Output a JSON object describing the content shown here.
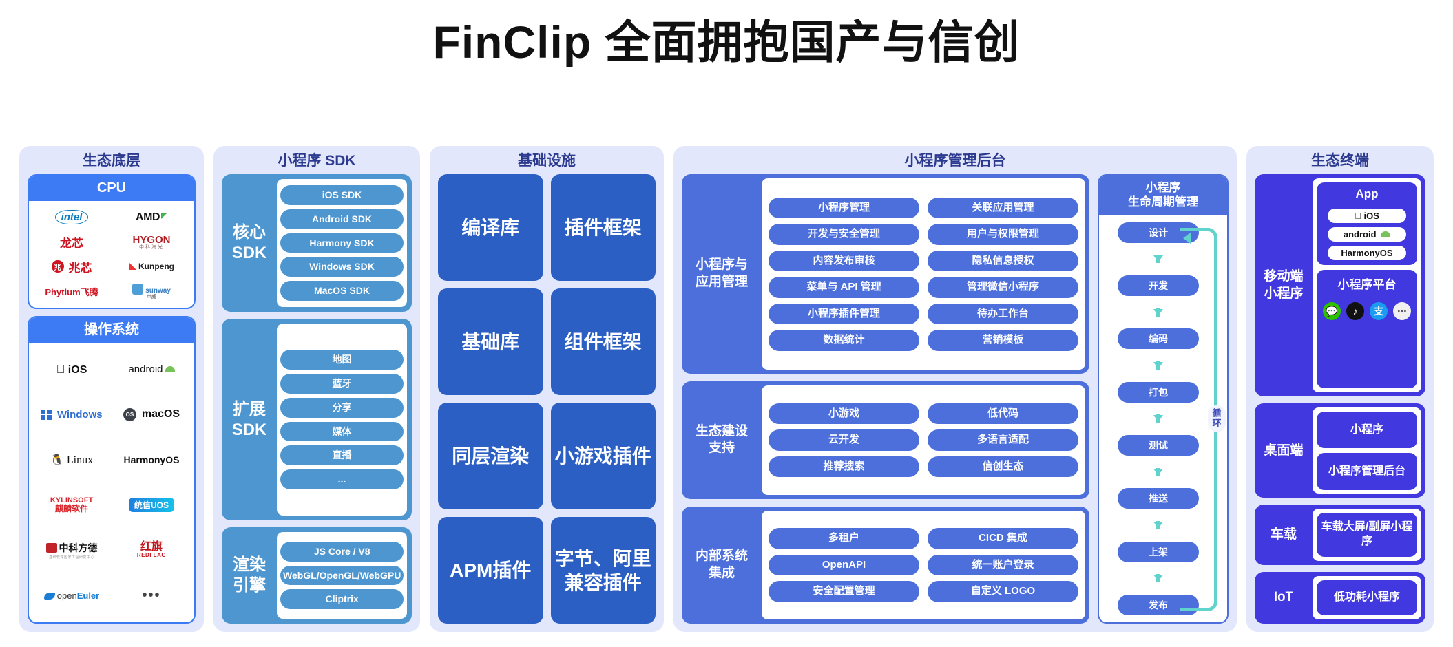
{
  "title": "FinClip 全面拥抱国产与信创",
  "columns": {
    "eco_base": {
      "title": "生态底层",
      "cpu": {
        "header": "CPU",
        "logos": [
          "intel",
          "AMD",
          "龙芯",
          "HYGON 中科海光",
          "兆芯",
          "Kunpeng",
          "Phytium飞腾",
          "sunway 申威"
        ]
      },
      "os": {
        "header": "操作系统",
        "logos": [
          "iOS",
          "android",
          "Windows",
          "macOS",
          "Linux",
          "HarmonyOS",
          "KYLINSOFT 麒麟软件",
          "统信UOS",
          "中科方德",
          "红旗 REDFLAG",
          "openEuler",
          "..."
        ]
      }
    },
    "sdk": {
      "title": "小程序 SDK",
      "groups": [
        {
          "label": "核心 SDK",
          "label_line1": "核心",
          "label_line2": "SDK",
          "items": [
            "iOS SDK",
            "Android SDK",
            "Harmony SDK",
            "Windows SDK",
            "MacOS SDK"
          ]
        },
        {
          "label": "扩展 SDK",
          "label_line1": "扩展",
          "label_line2": "SDK",
          "items": [
            "地图",
            "蓝牙",
            "分享",
            "媒体",
            "直播",
            "..."
          ]
        },
        {
          "label": "渲染引擎",
          "label_line1": "渲染",
          "label_line2": "引擎",
          "items": [
            "JS Core / V8",
            "WebGL/OpenGL/WebGPU",
            "Cliptrix"
          ]
        }
      ]
    },
    "infra": {
      "title": "基础设施",
      "boxes": [
        "编译库",
        "插件框架",
        "基础库",
        "组件框架",
        "同层渲染",
        "小游戏插件",
        "APM插件",
        "字节、阿里兼容插件"
      ]
    },
    "admin": {
      "title": "小程序管理后台",
      "sections": [
        {
          "label": "小程序与应用管理",
          "label_line1": "小程序与",
          "label_line2": "应用管理",
          "items": [
            "小程序管理",
            "关联应用管理",
            "开发与安全管理",
            "用户与权限管理",
            "内容发布审核",
            "隐私信息授权",
            "菜单与 API 管理",
            "管理微信小程序",
            "小程序插件管理",
            "待办工作台",
            "数据统计",
            "营销模板"
          ]
        },
        {
          "label": "生态建设支持",
          "label_line1": "生态建设",
          "label_line2": "支持",
          "items": [
            "小游戏",
            "低代码",
            "云开发",
            "多语言适配",
            "推荐搜索",
            "信创生态"
          ]
        },
        {
          "label": "内部系统集成",
          "label_line1": "内部系统",
          "label_line2": "集成",
          "items": [
            "多租户",
            "CICD 集成",
            "OpenAPI",
            "统一账户登录",
            "安全配置管理",
            "自定义 LOGO"
          ]
        }
      ],
      "lifecycle": {
        "header_line1": "小程序",
        "header_line2": "生命周期管理",
        "steps": [
          "设计",
          "开发",
          "编码",
          "打包",
          "测试",
          "推送",
          "上架",
          "发布"
        ],
        "loop_label_line1": "循",
        "loop_label_line2": "环"
      }
    },
    "terminal": {
      "title": "生态终端",
      "groups": [
        {
          "label_line1": "移动端",
          "label_line2": "小程序",
          "cards": [
            {
              "title": "App",
              "pills": [
                "iOS",
                "android",
                "HarmonyOS"
              ]
            },
            {
              "title": "小程序平台",
              "icons": [
                "wechat-icon",
                "douyin-icon",
                "alipay-icon",
                "more-icon"
              ]
            }
          ]
        },
        {
          "label_line1": "桌面端",
          "label_line2": "",
          "simple": [
            "小程序",
            "小程序管理后台"
          ]
        },
        {
          "label_line1": "车载",
          "label_line2": "",
          "simple": [
            "车载大屏/副屏小程序"
          ]
        },
        {
          "label_line1": "IoT",
          "label_line2": "",
          "simple": [
            "低功耗小程序"
          ]
        }
      ]
    }
  },
  "colors": {
    "panel_bg": "#e2e7fc",
    "title_blue": "#2b3a8f",
    "cpu_blue": "#3d7bf5",
    "sdk_blue": "#4e96cf",
    "infra_blue": "#2c5fc4",
    "admin_blue": "#4c6fdc",
    "terminal_blue": "#4138e0",
    "loop_teal": "#5fd3cc"
  }
}
